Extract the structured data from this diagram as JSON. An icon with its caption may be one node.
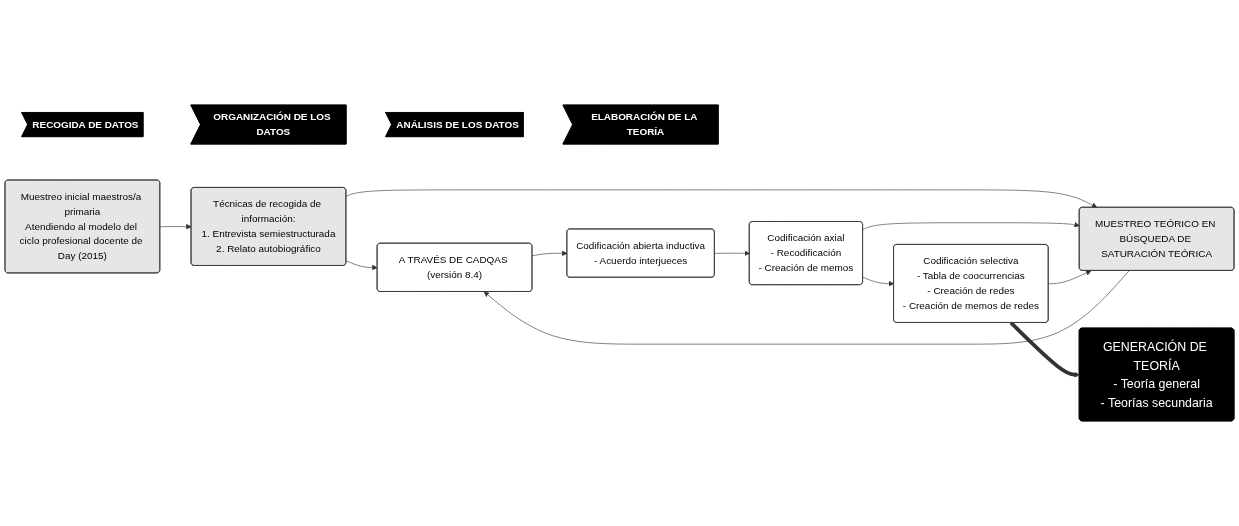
{
  "diagram": {
    "nodes": [
      {
        "text": [
          "RECOGIDA DE DATOS"
        ]
      },
      {
        "text": [
          "ORGANIZACIÓN DE LOS DATOS"
        ]
      },
      {
        "text": [
          "ANÁLISIS DE LOS DATOS"
        ]
      },
      {
        "text": [
          "ELABORACIÓN DE LA TEORÍA"
        ]
      },
      {
        "text": [
          "Muestreo inicial maestros/a primaria",
          "Atendiendo al modelo del ciclo profesional docente de Day (2015)"
        ]
      },
      {
        "text": [
          "Técnicas de recogida de información:",
          "1. Entrevista semiestructurada",
          "2. Relato autobiográfico"
        ]
      },
      {
        "text": [
          "A TRAVÉS DE CADQAS (versión 8.4)"
        ]
      },
      {
        "text": [
          "MUESTREO TEÓRICO EN BÚSQUEDA DE SATURACIÓN TEÓRICA"
        ]
      },
      {
        "text": [
          "Codificación abierta inductiva",
          "- Acuerdo interjueces"
        ]
      },
      {
        "text": [
          "Codificación axial",
          "- Recodificación",
          "- Creación de memos"
        ]
      },
      {
        "text": [
          "Codificación selectiva",
          "- Tabla de coocurrencias",
          "- Creación de redes",
          "- Creación de memos de redes"
        ]
      },
      {
        "text": [
          "GENERACIÓN DE TEORÍA",
          "- Teoría general",
          "- Teorías secundaria"
        ]
      }
    ],
    "edges": [
      {
        "from": 4,
        "to": 5,
        "arrow": "to"
      },
      {
        "from": 5,
        "to": 6,
        "arrow": "to"
      },
      {
        "from": 5,
        "to": 7,
        "arrow": "to"
      },
      {
        "from": 7,
        "to": 6,
        "arrow": "to"
      },
      {
        "from": 6,
        "to": 8,
        "arrow": "to"
      },
      {
        "from": 8,
        "to": 9,
        "arrow": "to"
      },
      {
        "from": 9,
        "to": 7,
        "arrow": "to"
      },
      {
        "from": 9,
        "to": 10,
        "arrow": "to"
      },
      {
        "from": 10,
        "to": 7,
        "arrow": "to"
      },
      {
        "from": 10,
        "to": 11,
        "arrow": "to",
        "style": "thick"
      }
    ]
  }
}
